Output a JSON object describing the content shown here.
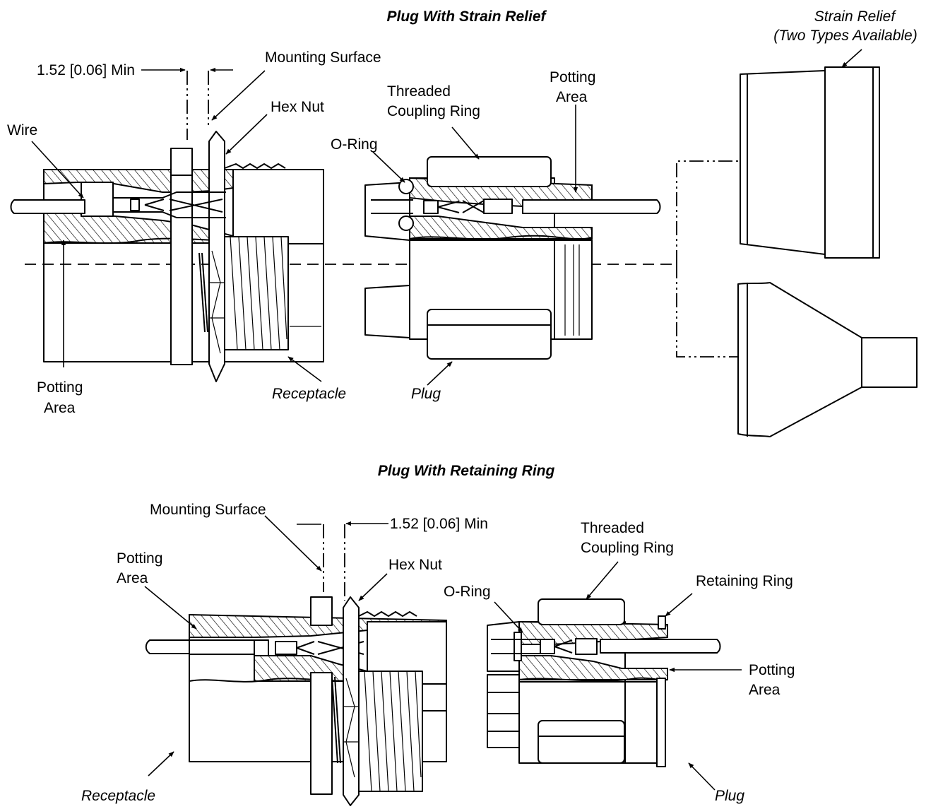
{
  "titles": {
    "top": "Plug With Strain Relief",
    "bottom": "Plug With Retaining Ring"
  },
  "top": {
    "strain_relief_line1": "Strain Relief",
    "strain_relief_line2": "(Two Types Available)",
    "dimension": "1.52 [0.06] Min",
    "mounting_surface": "Mounting Surface",
    "hex_nut": "Hex Nut",
    "threaded_line1": "Threaded",
    "threaded_line2": "Coupling Ring",
    "potting_line1": "Potting",
    "potting_line2": "Area",
    "wire": "Wire",
    "o_ring": "O-Ring",
    "left_potting_line1": "Potting",
    "left_potting_line2": "Area",
    "receptacle": "Receptacle",
    "plug": "Plug"
  },
  "bottom": {
    "mounting_surface": "Mounting Surface",
    "dimension": "1.52 [0.06] Min",
    "threaded_line1": "Threaded",
    "threaded_line2": "Coupling Ring",
    "potting_line1": "Potting",
    "potting_line2": "Area",
    "hex_nut": "Hex Nut",
    "o_ring": "O-Ring",
    "retaining_ring": "Retaining Ring",
    "right_potting_line1": "Potting",
    "right_potting_line2": "Area",
    "receptacle": "Receptacle",
    "plug": "Plug"
  }
}
